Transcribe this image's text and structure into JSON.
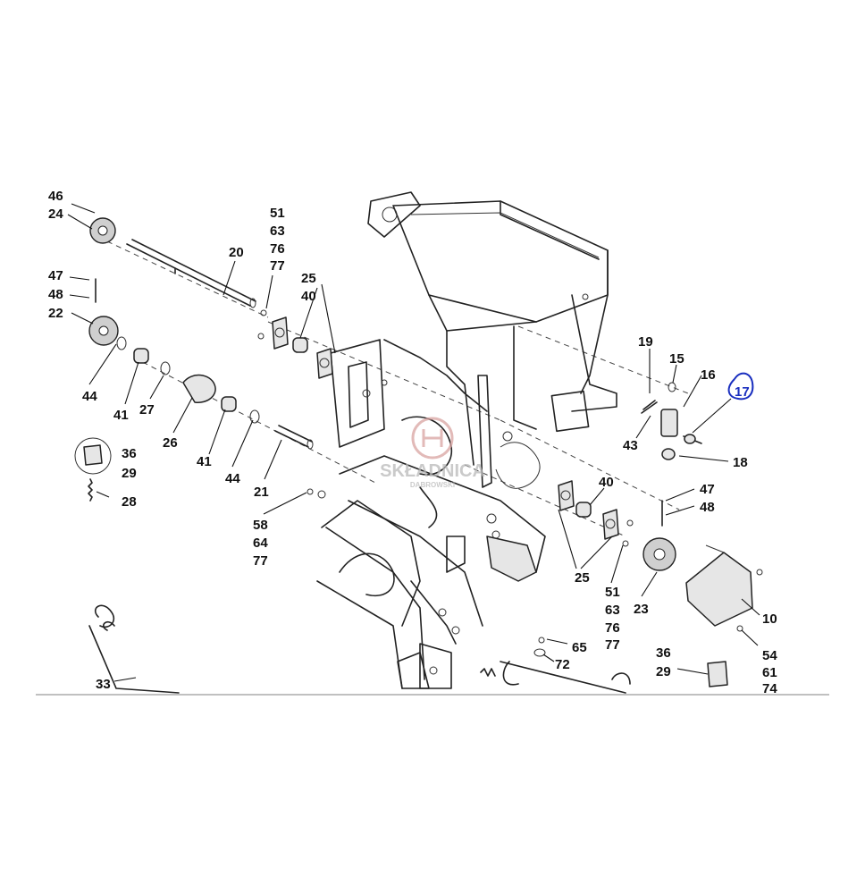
{
  "labels": {
    "l46": "46",
    "l24": "24",
    "l20": "20",
    "l51a": "51",
    "l63a": "63",
    "l76a": "76",
    "l77a": "77",
    "l25a": "25",
    "l40a": "40",
    "l47a": "47",
    "l48a": "48",
    "l22": "22",
    "l44a": "44",
    "l41a": "41",
    "l27": "27",
    "l26": "26",
    "l41b": "41",
    "l44b": "44",
    "l21": "21",
    "l36a": "36",
    "l29a": "29",
    "l28": "28",
    "l58": "58",
    "l64": "64",
    "l77b": "77",
    "l19": "19",
    "l15": "15",
    "l16": "16",
    "l17": "17",
    "l43": "43",
    "l18": "18",
    "l40b": "40",
    "l47b": "47",
    "l48b": "48",
    "l25b": "25",
    "l51b": "51",
    "l63b": "63",
    "l76b": "76",
    "l77c": "77",
    "l23": "23",
    "l10": "10",
    "l65": "65",
    "l72": "72",
    "l36b": "36",
    "l29b": "29",
    "l54": "54",
    "l61": "61",
    "l74": "74",
    "l33": "33"
  },
  "watermark": {
    "brand": "SKŁADNICA",
    "sub": "DĄBROWSKI"
  },
  "colors": {
    "highlight": "#1a2fbf",
    "line": "#222222",
    "watermark": "#c0504d"
  }
}
